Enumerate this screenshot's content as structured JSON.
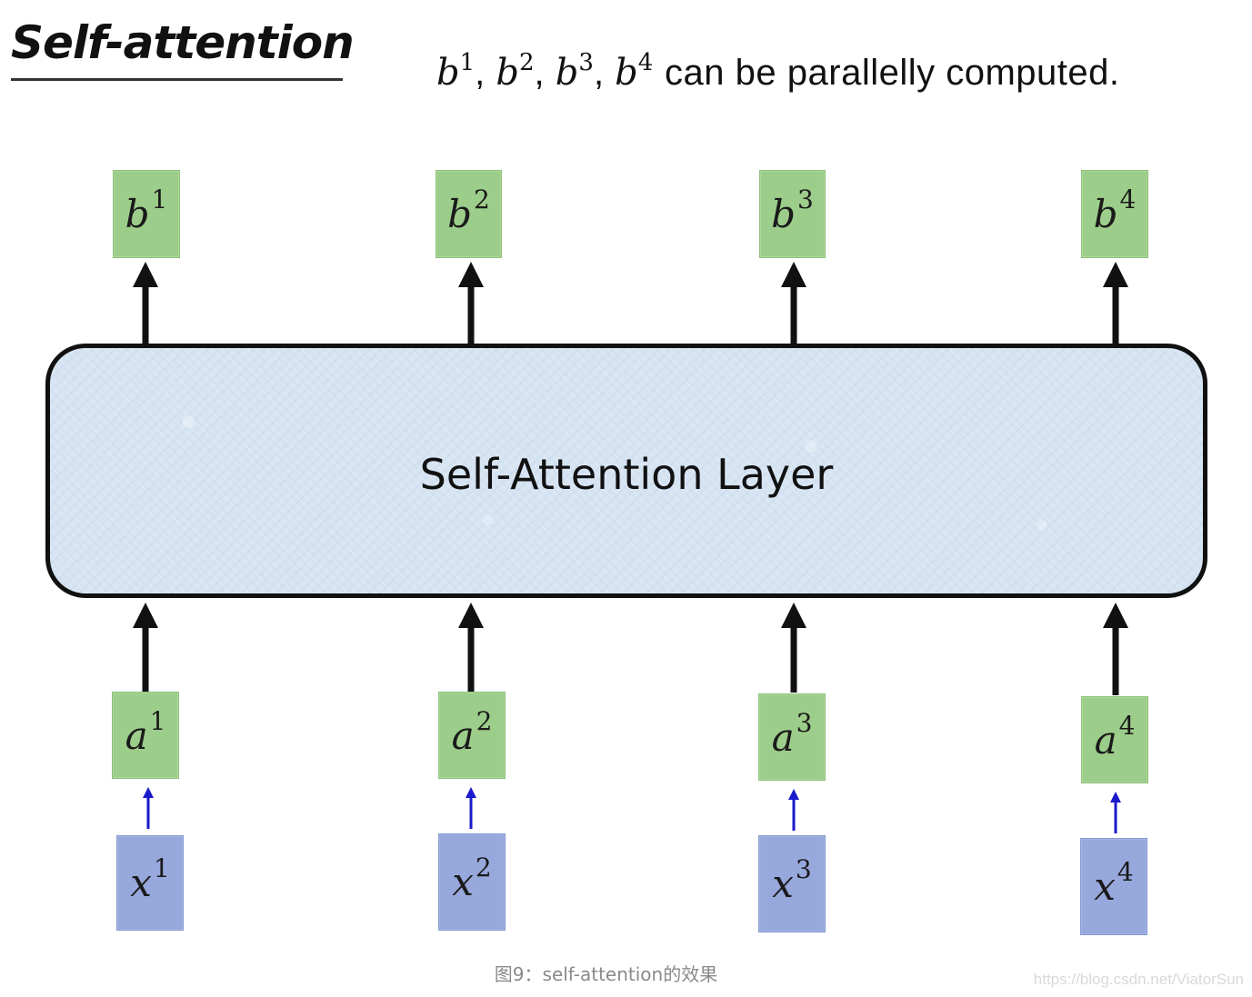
{
  "title": "Self-attention",
  "subtitle": {
    "vars": [
      {
        "base": "b",
        "sup": "1"
      },
      {
        "base": "b",
        "sup": "2"
      },
      {
        "base": "b",
        "sup": "3"
      },
      {
        "base": "b",
        "sup": "4"
      }
    ],
    "text": "can be parallelly computed."
  },
  "layer_label": "Self-Attention Layer",
  "outputs": [
    {
      "base": "b",
      "sup": "1"
    },
    {
      "base": "b",
      "sup": "2"
    },
    {
      "base": "b",
      "sup": "3"
    },
    {
      "base": "b",
      "sup": "4"
    }
  ],
  "inputs": [
    {
      "base": "a",
      "sup": "1"
    },
    {
      "base": "a",
      "sup": "2"
    },
    {
      "base": "a",
      "sup": "3"
    },
    {
      "base": "a",
      "sup": "4"
    }
  ],
  "raw_inputs": [
    {
      "base": "x",
      "sup": "1"
    },
    {
      "base": "x",
      "sup": "2"
    },
    {
      "base": "x",
      "sup": "3"
    },
    {
      "base": "x",
      "sup": "4"
    }
  ],
  "caption": "图9：self-attention的效果",
  "watermark": "https://blog.csdn.net/ViatorSun",
  "colors": {
    "node_green": "#9ccd8a",
    "node_blue": "#97a8dc",
    "layer_fill": "#d6e4f2",
    "arrow_black": "#111111",
    "arrow_blue": "#1a1acc"
  }
}
